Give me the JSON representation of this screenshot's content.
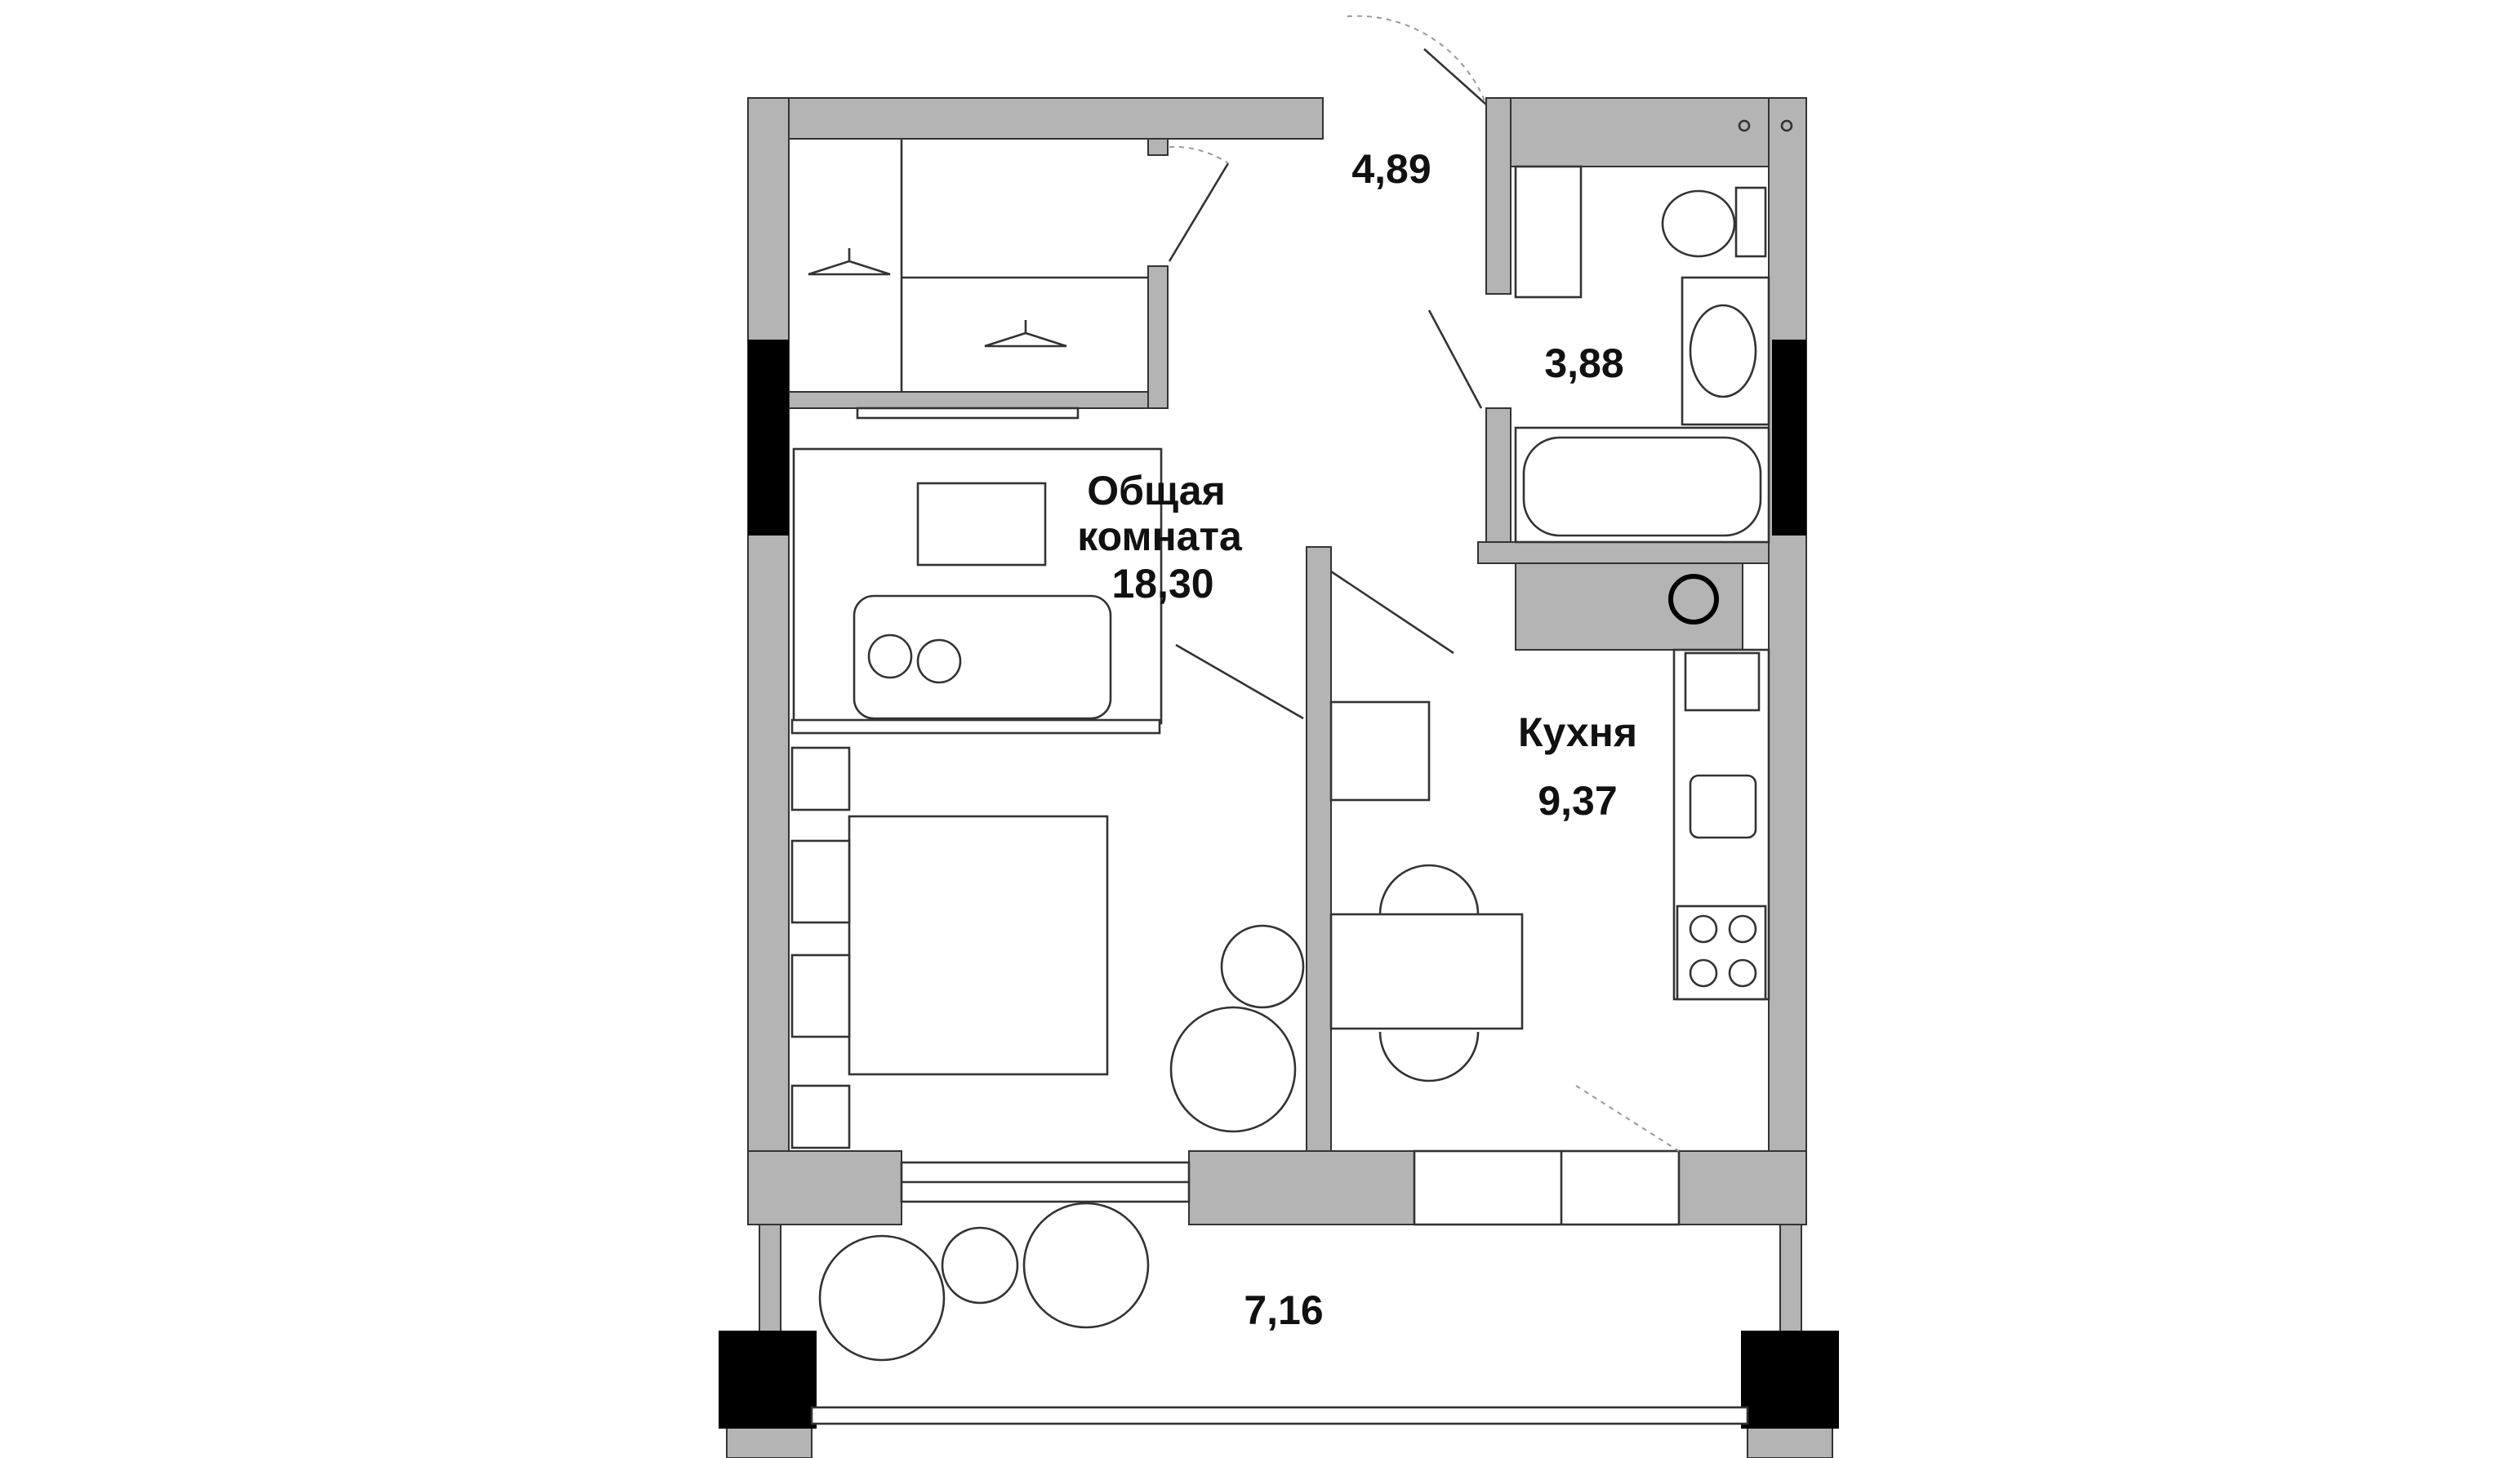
{
  "plan": {
    "rooms": {
      "hall": {
        "area": "4,89"
      },
      "bathroom": {
        "area": "3,88"
      },
      "living": {
        "name_line1": "Общая",
        "name_line2": "комната",
        "area": "18,30"
      },
      "kitchen": {
        "name": "Кухня",
        "area": "9,37"
      },
      "balcony": {
        "area": "7,16"
      }
    },
    "colors": {
      "wall": "#b4b4b4",
      "window": "#000000",
      "outline": "#333333"
    }
  }
}
